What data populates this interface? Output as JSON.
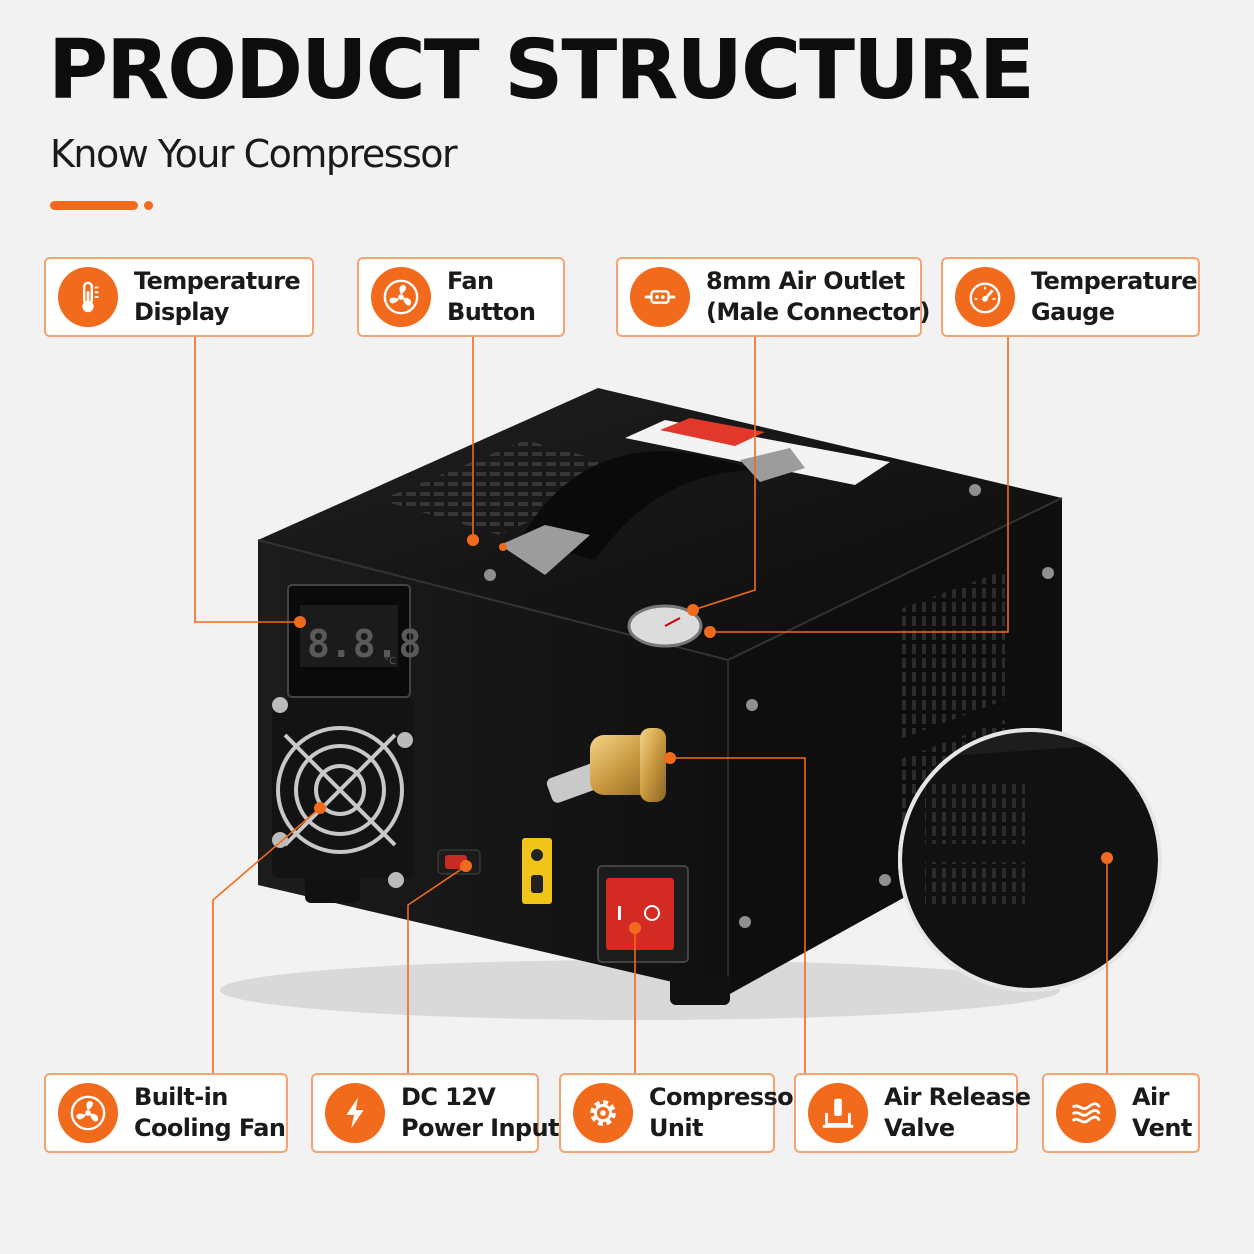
{
  "header": {
    "title": "PRODUCT STRUCTURE",
    "subtitle": "Know Your Compressor"
  },
  "colors": {
    "accent": "#f26a1b",
    "border": "#f5a371",
    "background": "#f2f2f2",
    "unit_body": "#141414"
  },
  "product": {
    "display_reading": "8.8.8",
    "display_unit": "°C"
  },
  "callouts": {
    "temperature_display": {
      "line1": "Temperature",
      "line2": "Display",
      "icon": "thermometer-icon"
    },
    "fan_button": {
      "line1": "Fan",
      "line2": "Button",
      "icon": "fan-icon"
    },
    "air_outlet": {
      "line1": "8mm Air Outlet",
      "line2": "(Male Connector)",
      "icon": "connector-icon"
    },
    "temperature_gauge": {
      "line1": "Temperature",
      "line2": "Gauge",
      "icon": "gauge-icon"
    },
    "cooling_fan": {
      "line1": "Built-in",
      "line2": "Cooling Fan",
      "icon": "fan-icon"
    },
    "power_input": {
      "line1": "DC 12V",
      "line2": "Power Input",
      "icon": "lightning-icon"
    },
    "compressor_unit": {
      "line1": "Compressor",
      "line2": "Unit",
      "icon": "gear-icon"
    },
    "air_release_valve": {
      "line1": "Air Release",
      "line2": "Valve",
      "icon": "valve-icon"
    },
    "air_vent": {
      "line1": "Air",
      "line2": "Vent",
      "icon": "wave-icon"
    }
  }
}
